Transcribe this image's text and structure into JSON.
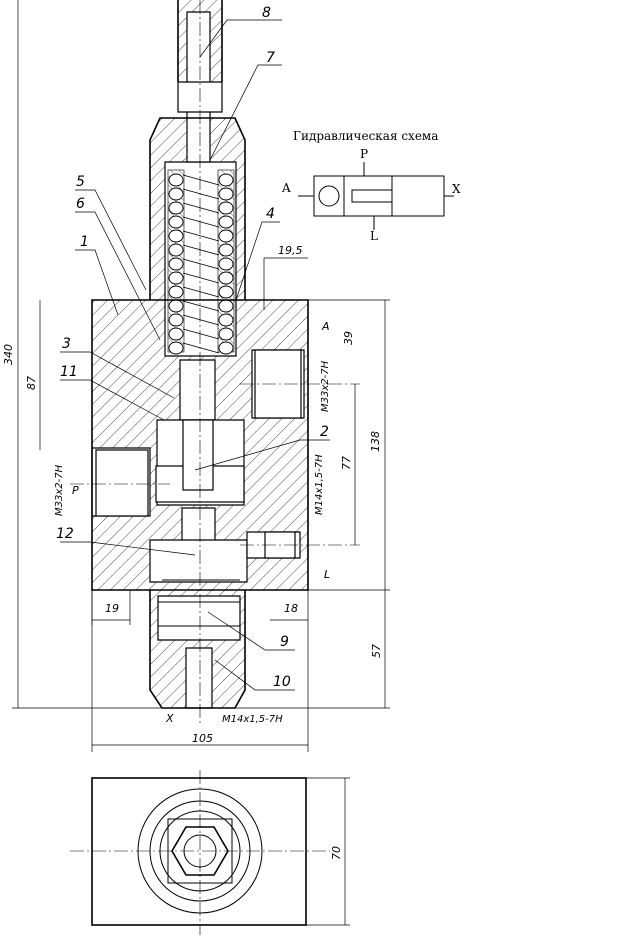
{
  "title": "Гидравлическая схема",
  "scheme_ports": {
    "p": "P",
    "a": "A",
    "x": "X",
    "l": "L"
  },
  "part_numbers": [
    "8",
    "7",
    "5",
    "6",
    "1",
    "4",
    "3",
    "11",
    "2",
    "12",
    "9",
    "10"
  ],
  "dimensions": {
    "overall_height": "340",
    "d87": "87",
    "d19_5": "19,5",
    "d39": "39",
    "d138": "138",
    "d77": "77",
    "d19": "19",
    "d18": "18",
    "d57": "57",
    "d105": "105",
    "d70": "70"
  },
  "threads": {
    "port_a": "M33x2-7H",
    "port_p": "M33x2-7H",
    "port_l": "M14x1,5-7H",
    "port_x": "M14x1,5-7H"
  },
  "port_letters": {
    "a": "A",
    "p": "P",
    "l": "L",
    "x": "X"
  }
}
